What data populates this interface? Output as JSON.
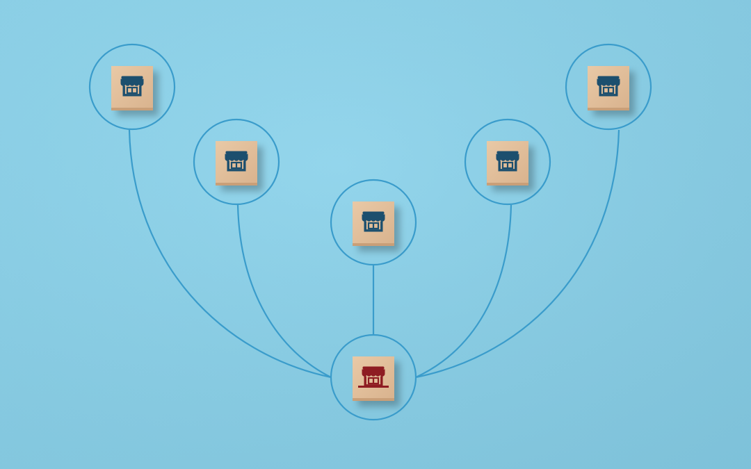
{
  "scene": {
    "description_free": true,
    "colors": {
      "background_top": "#8ed6ee",
      "background_bottom": "#84cbe4",
      "line": "#3a9ccb",
      "block_face": "#e2bf9c",
      "block_side": "#c99f78",
      "branch_icon": "#1f4f6e",
      "headquarters_icon": "#8e1b24"
    }
  },
  "nodes": [
    {
      "id": "branch-store-1",
      "role": "branch",
      "icon": "storefront-icon"
    },
    {
      "id": "branch-store-2",
      "role": "branch",
      "icon": "storefront-icon"
    },
    {
      "id": "branch-store-3",
      "role": "branch",
      "icon": "storefront-icon"
    },
    {
      "id": "branch-store-4",
      "role": "branch",
      "icon": "storefront-icon"
    },
    {
      "id": "branch-store-5",
      "role": "branch",
      "icon": "storefront-icon"
    },
    {
      "id": "main-store",
      "role": "hub",
      "icon": "storefront-icon"
    }
  ],
  "edges": [
    {
      "from": "main-store",
      "to": "branch-store-1"
    },
    {
      "from": "main-store",
      "to": "branch-store-2"
    },
    {
      "from": "main-store",
      "to": "branch-store-3"
    },
    {
      "from": "main-store",
      "to": "branch-store-4"
    },
    {
      "from": "main-store",
      "to": "branch-store-5"
    }
  ]
}
